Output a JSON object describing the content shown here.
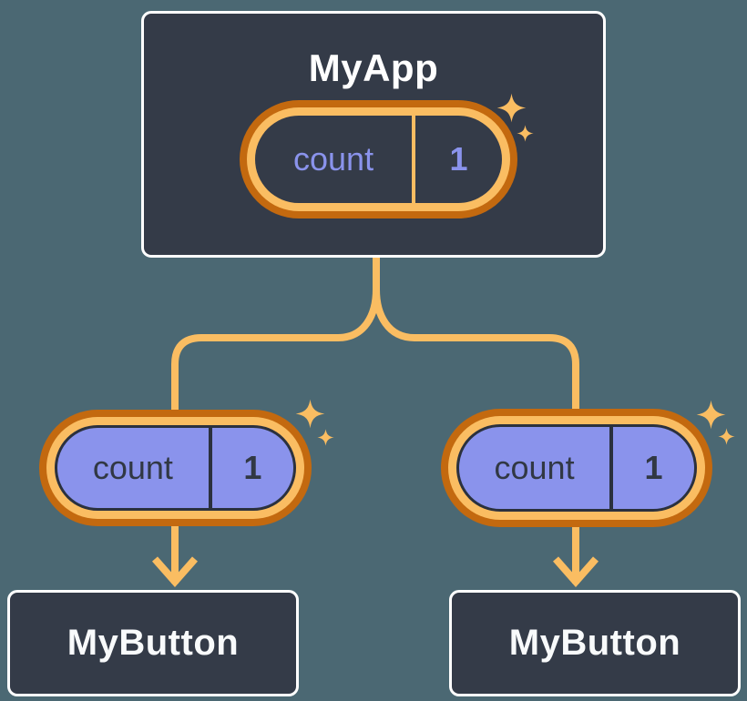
{
  "colors": {
    "background": "#4B6873",
    "card_fill": "#343B48",
    "card_border": "#FFFFFF",
    "connector_orange": "#FABD62",
    "pill_ring_dark_orange": "#C3690F",
    "pill_purple": "#8A93EC",
    "dark_ink": "#313844",
    "text_light": "#FFFFFF"
  },
  "root": {
    "name": "MyApp",
    "state": {
      "label": "count",
      "value": "1"
    }
  },
  "children": [
    {
      "name": "MyButton",
      "prop": {
        "label": "count",
        "value": "1"
      }
    },
    {
      "name": "MyButton",
      "prop": {
        "label": "count",
        "value": "1"
      }
    }
  ],
  "icons": {
    "sparkle": "four-point-star",
    "arrow": "downward-arrow"
  }
}
